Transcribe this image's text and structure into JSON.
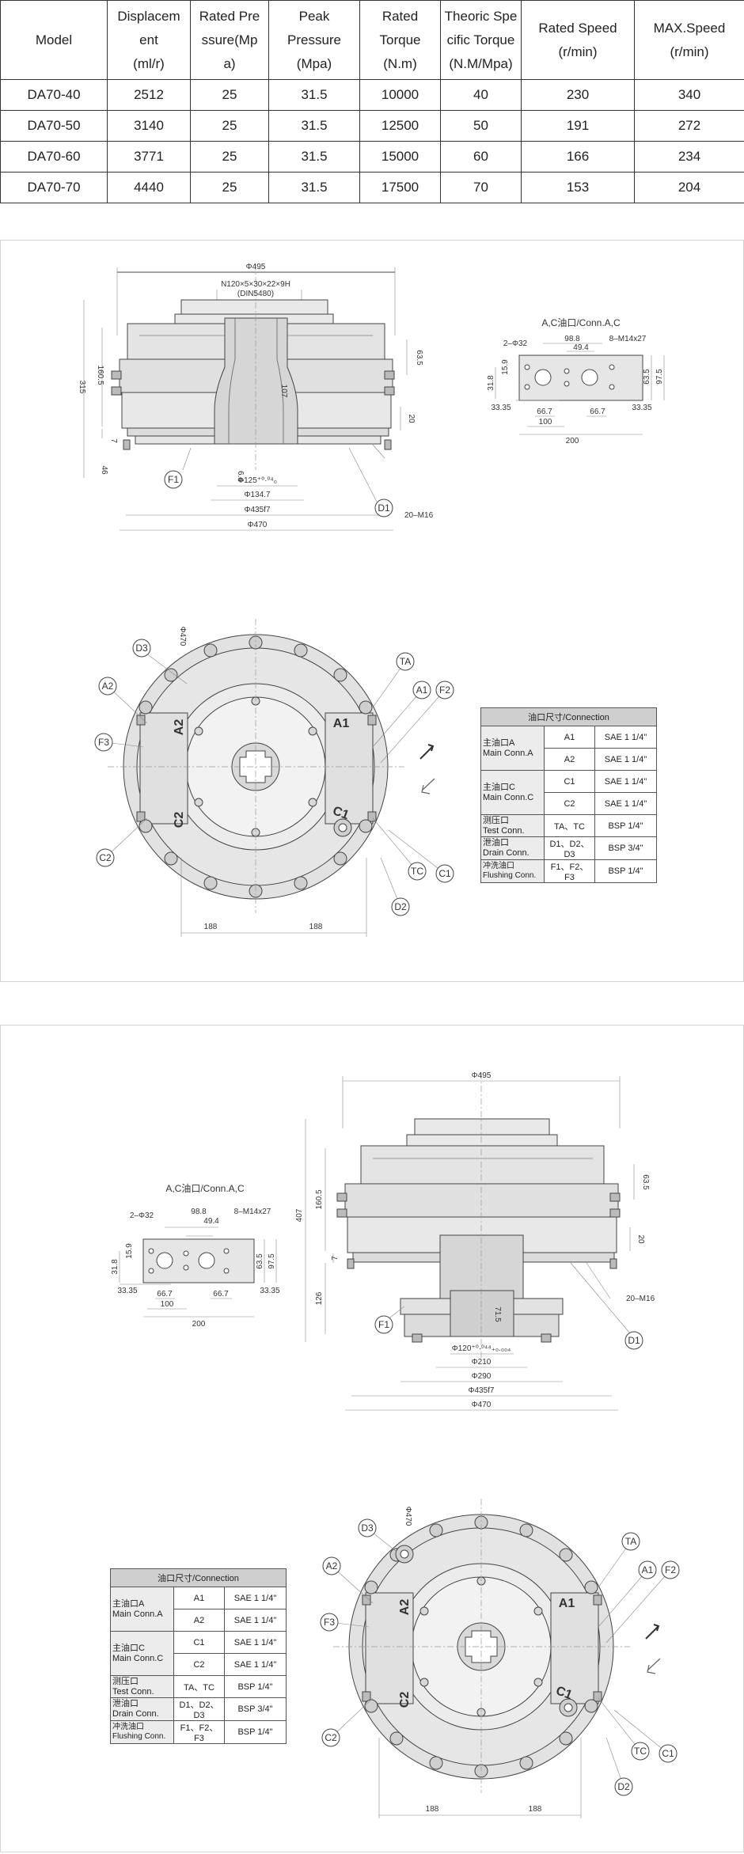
{
  "spec_table": {
    "headers": [
      "Model",
      "Displacem\nent\n(ml/r)",
      "Rated Pre\nssure(Mp\na)",
      "Peak\nPressure\n(Mpa)",
      "Rated\nTorque\n(N.m)",
      "Theoric Spe\ncific Torque\n(N.M/Mpa)",
      "Rated Speed\n(r/min)",
      "MAX.Speed\n(r/min)"
    ],
    "rows": [
      [
        "DA70-40",
        "2512",
        "25",
        "31.5",
        "10000",
        "40",
        "230",
        "340"
      ],
      [
        "DA70-50",
        "3140",
        "25",
        "31.5",
        "12500",
        "50",
        "191",
        "272"
      ],
      [
        "DA70-60",
        "3771",
        "25",
        "31.5",
        "15000",
        "60",
        "166",
        "234"
      ],
      [
        "DA70-70",
        "4440",
        "25",
        "31.5",
        "17500",
        "70",
        "153",
        "204"
      ]
    ]
  },
  "panel1": {
    "side_view": {
      "dims": {
        "d495": "Φ495",
        "spline": "N120×5×30×22×9H",
        "din": "(DIN5480)",
        "d315": "315",
        "d160": "160.5",
        "d107": "107",
        "d635": "63.5",
        "d20": "20",
        "d7": "7",
        "d46": "46",
        "d64": "6.4",
        "d125": "Φ125⁺⁰·⁰⁴₀",
        "d1347": "Φ134.7",
        "d435": "Φ435f7",
        "d470": "Φ470",
        "m16": "20–M16"
      },
      "callouts": {
        "f1": "F1",
        "d1": "D1"
      }
    },
    "port_detail": {
      "title": "A,C油口/Conn.A,C",
      "dims": {
        "phi32": "2–Φ32",
        "d988": "98.8",
        "d494": "49.4",
        "m14": "8–M14x27",
        "d159": "15.9",
        "d318": "31.8",
        "d635": "63.5",
        "d975": "97.5",
        "d3335l": "33.35",
        "d3335r": "33.35",
        "d667l": "66.7",
        "d667r": "66.7",
        "d100": "100",
        "d200": "200"
      }
    },
    "face_view": {
      "dims": {
        "d470": "Φ470",
        "d188l": "188",
        "d188r": "188"
      },
      "port_labels": {
        "a1": "A1",
        "a2": "A2",
        "c1": "C1",
        "c2": "C2"
      },
      "callouts": {
        "d3": "D3",
        "ta": "TA",
        "a1": "A1",
        "f2": "F2",
        "a2": "A2",
        "f3": "F3",
        "c2": "C2",
        "tc": "TC",
        "c1": "C1",
        "d2": "D2"
      }
    },
    "conn_table": {
      "title": "油口尺寸/Connection",
      "groups": [
        {
          "name": "主油口A\nMain Conn.A",
          "rows": [
            [
              "A1",
              "SAE 1 1/4\""
            ],
            [
              "A2",
              "SAE 1 1/4\""
            ]
          ]
        },
        {
          "name": "主油口C\nMain Conn.C",
          "rows": [
            [
              "C1",
              "SAE 1 1/4\""
            ],
            [
              "C2",
              "SAE 1 1/4\""
            ]
          ]
        },
        {
          "name": "测压口\nTest Conn.",
          "rows": [
            [
              "TA、TC",
              "BSP 1/4\""
            ]
          ]
        },
        {
          "name": "泄油口\nDrain Conn.",
          "rows": [
            [
              "D1、D2、D3",
              "BSP 3/4\""
            ]
          ]
        },
        {
          "name": "冲洗油口\nFlushing Conn.",
          "rows": [
            [
              "F1、F2、F3",
              "BSP 1/4\""
            ]
          ]
        }
      ]
    }
  },
  "panel2": {
    "side_view": {
      "dims": {
        "d495": "Φ495",
        "d407": "407",
        "d160": "160.5",
        "d635": "63.5",
        "d20": "20",
        "d7": "7",
        "d126": "126",
        "d715": "71.5",
        "d120": "Φ120⁺⁰·⁰⁴⁴₊₀.₀₀₄",
        "d210": "Φ210",
        "d290": "Φ290",
        "d435": "Φ435f7",
        "d470": "Φ470",
        "m16": "20–M16"
      },
      "callouts": {
        "f1": "F1",
        "d1": "D1"
      }
    },
    "port_detail": {
      "title": "A,C油口/Conn.A,C",
      "dims": {
        "phi32": "2–Φ32",
        "d988": "98.8",
        "d494": "49.4",
        "m14": "8–M14x27",
        "d159": "15.9",
        "d318": "31.8",
        "d635": "63.5",
        "d975": "97.5",
        "d3335l": "33.35",
        "d3335r": "33.35",
        "d667l": "66.7",
        "d667r": "66.7",
        "d100": "100",
        "d200": "200"
      }
    },
    "face_view": {
      "dims": {
        "d470": "Φ470",
        "d188l": "188",
        "d188r": "188"
      },
      "port_labels": {
        "a1": "A1",
        "a2": "A2",
        "c1": "C1",
        "c2": "C2"
      },
      "callouts": {
        "d3": "D3",
        "ta": "TA",
        "a1": "A1",
        "f2": "F2",
        "a2": "A2",
        "f3": "F3",
        "c2": "C2",
        "tc": "TC",
        "c1": "C1",
        "d2": "D2"
      }
    },
    "conn_table": {
      "title": "油口尺寸/Connection",
      "groups": [
        {
          "name": "主油口A\nMain Conn.A",
          "rows": [
            [
              "A1",
              "SAE 1 1/4\""
            ],
            [
              "A2",
              "SAE 1 1/4\""
            ]
          ]
        },
        {
          "name": "主油口C\nMain Conn.C",
          "rows": [
            [
              "C1",
              "SAE 1 1/4\""
            ],
            [
              "C2",
              "SAE 1 1/4\""
            ]
          ]
        },
        {
          "name": "测压口\nTest Conn.",
          "rows": [
            [
              "TA、TC",
              "BSP 1/4\""
            ]
          ]
        },
        {
          "name": "泄油口\nDrain Conn.",
          "rows": [
            [
              "D1、D2、D3",
              "BSP 3/4\""
            ]
          ]
        },
        {
          "name": "冲洗油口\nFlushing Conn.",
          "rows": [
            [
              "F1、F2、F3",
              "BSP 1/4\""
            ]
          ]
        }
      ]
    }
  }
}
